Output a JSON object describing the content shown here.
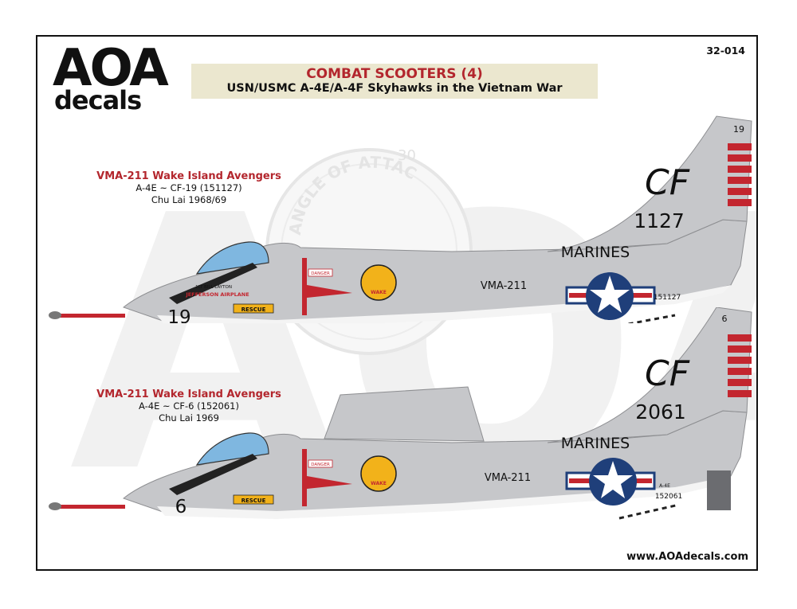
{
  "sheet": {
    "code": "32-014",
    "website": "www.AOAdecals.com",
    "logo": {
      "main": "AOA",
      "sub": "decals"
    },
    "title": "COMBAT SCOOTERS (4)",
    "subtitle": "USN/USMC A-4E/A-4F Skyhawks in the Vietnam War",
    "watermark_gauge": "ANGLE OF ATTACK",
    "watermark_number": "30"
  },
  "profiles": [
    {
      "unit": "VMA-211 Wake Island Avengers",
      "aircraft": "A-4E ~ CF-19 (151127)",
      "location": "Chu Lai 1968/69",
      "tail_code": "CF",
      "tail_modex": "19",
      "modex_large": "1127",
      "nose_number": "19",
      "fuselage_text": "MARINES",
      "squadron_text": "VMA-211",
      "serial": "151127",
      "pilot_name": "1LT BILL LAYTON",
      "nickname": "JEFFERSON AIRPLANE",
      "rescue": "RESCUE",
      "danger": "DANGER",
      "badge_text": "WAKE"
    },
    {
      "unit": "VMA-211 Wake Island Avengers",
      "aircraft": "A-4E ~ CF-6 (152061)",
      "location": "Chu Lai 1969",
      "tail_code": "CF",
      "tail_modex": "6",
      "modex_large": "2061",
      "nose_number": "6",
      "fuselage_text": "MARINES",
      "squadron_text": "VMA-211",
      "type_stencil": "A-4E",
      "serial": "152061",
      "rescue": "RESCUE",
      "danger": "DANGER",
      "badge_text": "WAKE"
    }
  ],
  "colors": {
    "body_grey": "#c6c7ca",
    "underside_white": "#f4f4f4",
    "insignia_blue": "#1f3f7a",
    "marking_red": "#c3262f",
    "badge_yellow": "#f2b21a",
    "title_red": "#b3262d",
    "title_bg": "#ebe7cf"
  }
}
